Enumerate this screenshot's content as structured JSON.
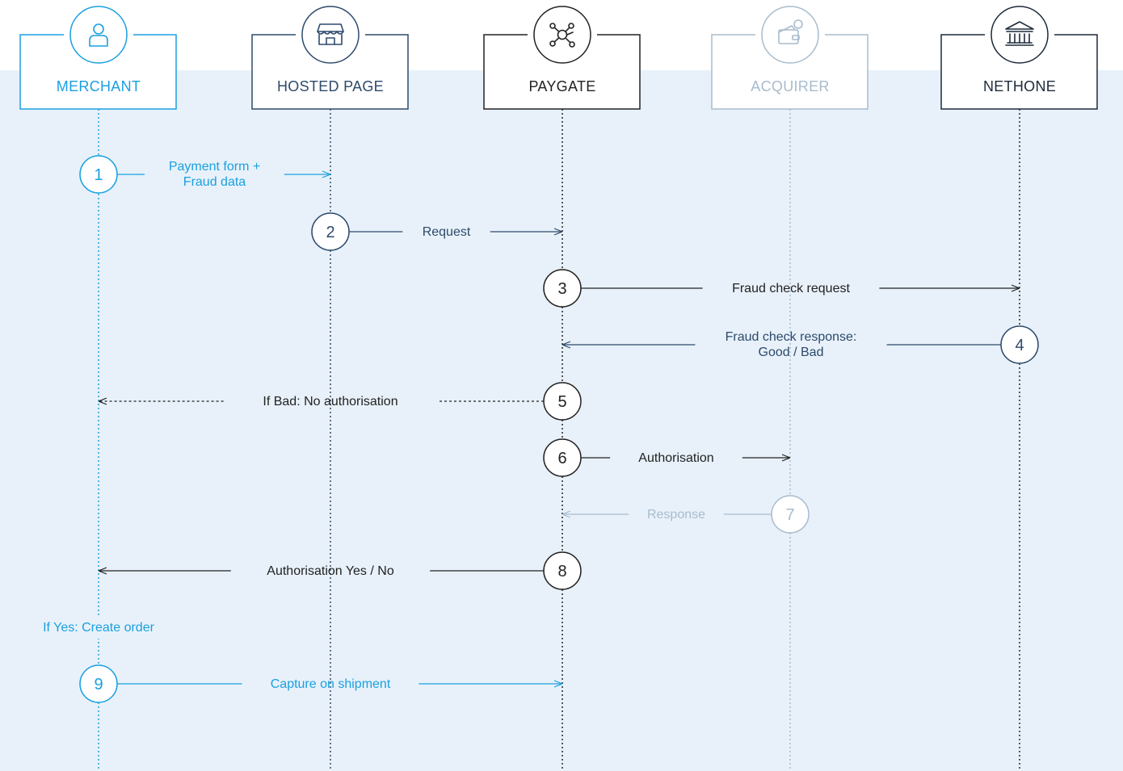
{
  "colors": {
    "merchant": "#1aa0e0",
    "hosted": "#2d4a6b",
    "paygate": "#222222",
    "acquirer": "#a8bccd",
    "nethone": "#1d2a3a",
    "band": "#e8f1fa"
  },
  "participants": [
    {
      "id": "merchant",
      "label": "MERCHANT",
      "icon": "person-icon"
    },
    {
      "id": "hosted",
      "label": "HOSTED PAGE",
      "icon": "storefront-icon"
    },
    {
      "id": "paygate",
      "label": "PAYGATE",
      "icon": "network-hub-icon"
    },
    {
      "id": "acquirer",
      "label": "ACQUIRER",
      "icon": "wallet-coin-icon"
    },
    {
      "id": "nethone",
      "label": "NETHONE",
      "icon": "bank-building-icon"
    }
  ],
  "messages": [
    {
      "step": "1",
      "from": "merchant",
      "to": "hosted",
      "label": [
        "Payment form +",
        "Fraud data"
      ],
      "style": "solid",
      "color": "merchant"
    },
    {
      "step": "2",
      "from": "hosted",
      "to": "paygate",
      "label": [
        "Request"
      ],
      "style": "solid",
      "color": "hosted"
    },
    {
      "step": "3",
      "from": "paygate",
      "to": "nethone",
      "label": [
        "Fraud check request"
      ],
      "style": "solid",
      "color": "paygate"
    },
    {
      "step": "4",
      "from": "nethone",
      "to": "paygate",
      "label": [
        "Fraud check response:",
        "Good / Bad"
      ],
      "style": "solid",
      "color": "hosted"
    },
    {
      "step": "5",
      "from": "paygate",
      "to": "merchant",
      "label": [
        "If Bad: No authorisation"
      ],
      "style": "dashed",
      "color": "paygate"
    },
    {
      "step": "6",
      "from": "paygate",
      "to": "acquirer",
      "label": [
        "Authorisation"
      ],
      "style": "solid",
      "color": "paygate"
    },
    {
      "step": "7",
      "from": "acquirer",
      "to": "paygate",
      "label": [
        "Response"
      ],
      "style": "solid",
      "color": "acquirer"
    },
    {
      "step": "8",
      "from": "paygate",
      "to": "merchant",
      "label": [
        "Authorisation Yes / No"
      ],
      "style": "solid",
      "color": "paygate"
    },
    {
      "step": "9",
      "from": "merchant",
      "to": "paygate",
      "label": [
        "Capture on shipment"
      ],
      "style": "solid",
      "color": "merchant"
    }
  ],
  "notes": [
    {
      "text": "If Yes: Create order",
      "participant": "merchant",
      "color": "merchant"
    }
  ]
}
